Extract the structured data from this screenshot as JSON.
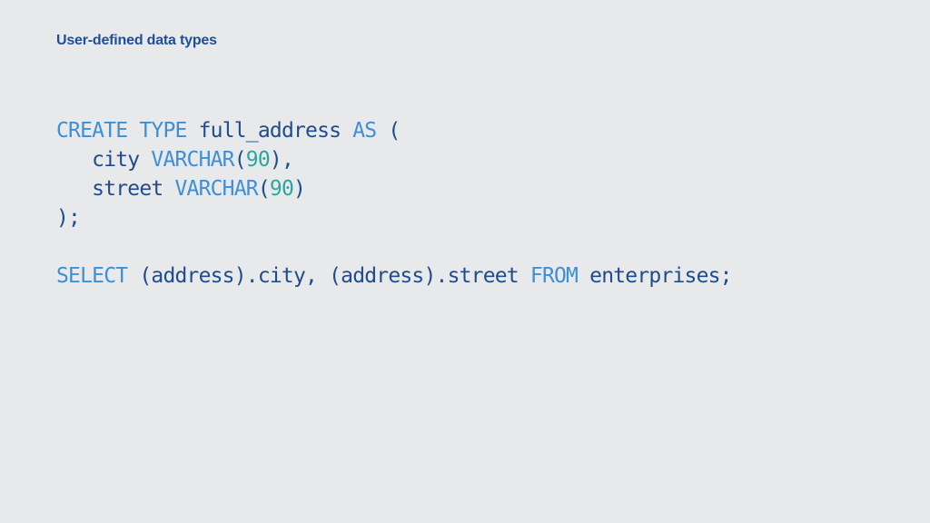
{
  "slide": {
    "title": "User-defined data types"
  },
  "colors": {
    "background": "#e8e9ea",
    "title": "#1d4f9c",
    "code_plain": "#1e4c8c",
    "code_keyword": "#3e8fd6",
    "code_number": "#2ba7a0"
  },
  "code": {
    "language": "sql",
    "lines": [
      {
        "tokens": [
          {
            "t": "keyword",
            "text": "CREATE"
          },
          {
            "t": "plain",
            "text": " "
          },
          {
            "t": "keyword",
            "text": "TYPE"
          },
          {
            "t": "plain",
            "text": " full_address "
          },
          {
            "t": "keyword",
            "text": "AS"
          },
          {
            "t": "plain",
            "text": " ("
          }
        ]
      },
      {
        "tokens": [
          {
            "t": "plain",
            "text": "   city "
          },
          {
            "t": "type",
            "text": "VARCHAR"
          },
          {
            "t": "plain",
            "text": "("
          },
          {
            "t": "number",
            "text": "90"
          },
          {
            "t": "plain",
            "text": "),"
          }
        ]
      },
      {
        "tokens": [
          {
            "t": "plain",
            "text": "   street "
          },
          {
            "t": "type",
            "text": "VARCHAR"
          },
          {
            "t": "plain",
            "text": "("
          },
          {
            "t": "number",
            "text": "90"
          },
          {
            "t": "plain",
            "text": ")"
          }
        ]
      },
      {
        "tokens": [
          {
            "t": "plain",
            "text": ");"
          }
        ]
      },
      {
        "tokens": []
      },
      {
        "tokens": [
          {
            "t": "keyword",
            "text": "SELECT"
          },
          {
            "t": "plain",
            "text": " (address).city, (address).street "
          },
          {
            "t": "keyword",
            "text": "FROM"
          },
          {
            "t": "plain",
            "text": " enterprises;"
          }
        ]
      }
    ]
  }
}
